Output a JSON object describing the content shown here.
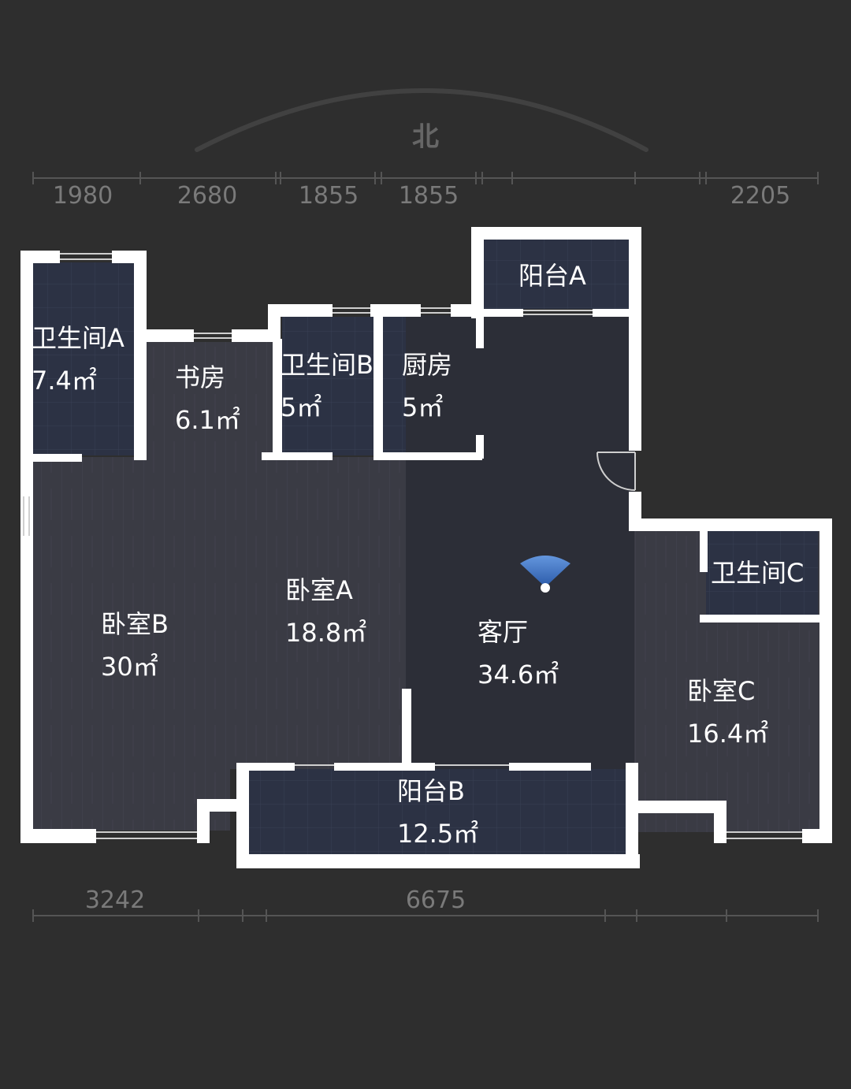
{
  "compass": {
    "label": "北"
  },
  "dimensions": {
    "top": [
      "1980",
      "2680",
      "1855",
      "1855",
      "2205"
    ],
    "bottom": [
      "3242",
      "6675"
    ]
  },
  "rooms": {
    "bath_a": {
      "name": "卫生间A",
      "area": "7.4㎡"
    },
    "study": {
      "name": "书房",
      "area": "6.1㎡"
    },
    "bath_b": {
      "name": "卫生间B",
      "area": "5㎡"
    },
    "kitchen": {
      "name": "厨房",
      "area": "5㎡"
    },
    "balcony_a": {
      "name": "阳台A",
      "area": ""
    },
    "bedroom_a": {
      "name": "卧室A",
      "area": "18.8㎡"
    },
    "bedroom_b": {
      "name": "卧室B",
      "area": "30㎡"
    },
    "living": {
      "name": "客厅",
      "area": "34.6㎡"
    },
    "bath_c": {
      "name": "卫生间C",
      "area": ""
    },
    "bedroom_c": {
      "name": "卧室C",
      "area": "16.4㎡"
    },
    "balcony_b": {
      "name": "阳台B",
      "area": "12.5㎡"
    }
  },
  "colors": {
    "background": "#2e2e2e",
    "wall": "#ffffff",
    "wood_floor": "#3a3b44",
    "tile_floor": "#2c3244",
    "living_floor": "#2c2e37",
    "dim_text": "#7a7a7a",
    "label_text": "#ffffff",
    "view_marker": "#4a7fd6"
  }
}
